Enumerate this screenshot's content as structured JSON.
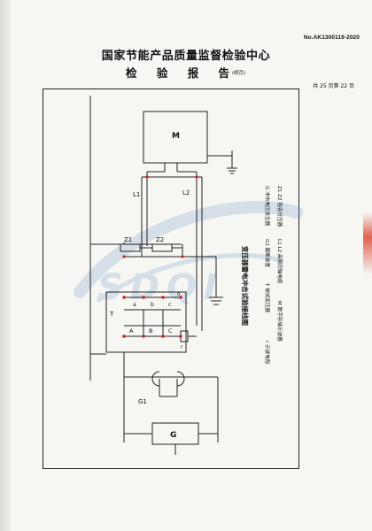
{
  "header": {
    "report_no": "No.AK1300119-2020",
    "title": "国家节能产品质量监督检验中心",
    "subtitle": "检 验 报 告",
    "continued": "(续页)",
    "page_info": "共 25 页第 22 页"
  },
  "diagram": {
    "caption": "变压器雷电冲击试验接线图",
    "labels": {
      "motor": "M",
      "generator": "G",
      "gap": "G1",
      "l1": "L1",
      "l2": "L2",
      "z1": "Z1",
      "z2": "Z2",
      "transformer": "T",
      "a_lower": "a",
      "b_lower": "b",
      "c_lower": "c",
      "a_upper": "A",
      "b_upper": "B",
      "c_upper": "C",
      "o_lower": "o",
      "r_lower": "r"
    },
    "legend": [
      [
        "G  冲击电压发生器",
        "G1  截断装置",
        "T  被试变压器",
        "r  示波电阻"
      ],
      [
        "Z1 Z2  阻容分压器",
        "L1 L2  高频同轴电缆",
        "M  数字存储示波器"
      ]
    ]
  },
  "colors": {
    "line": "#222222",
    "node": "#cc2222",
    "watermark": "#7fa7cf",
    "stamp": "#dd4433"
  }
}
